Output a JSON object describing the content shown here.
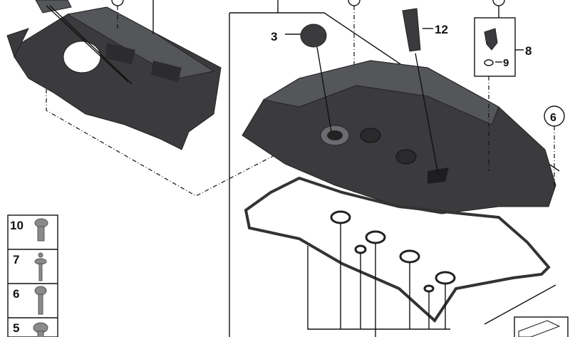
{
  "diagram": {
    "callouts": {
      "oil_filler_cap": "3",
      "tube": "12",
      "sensor_group": "8",
      "seal_ring": "9",
      "circled_6": "6"
    },
    "fastener_legend": [
      {
        "label": "10"
      },
      {
        "label": "7"
      },
      {
        "label": "6"
      },
      {
        "label": "5"
      }
    ]
  }
}
